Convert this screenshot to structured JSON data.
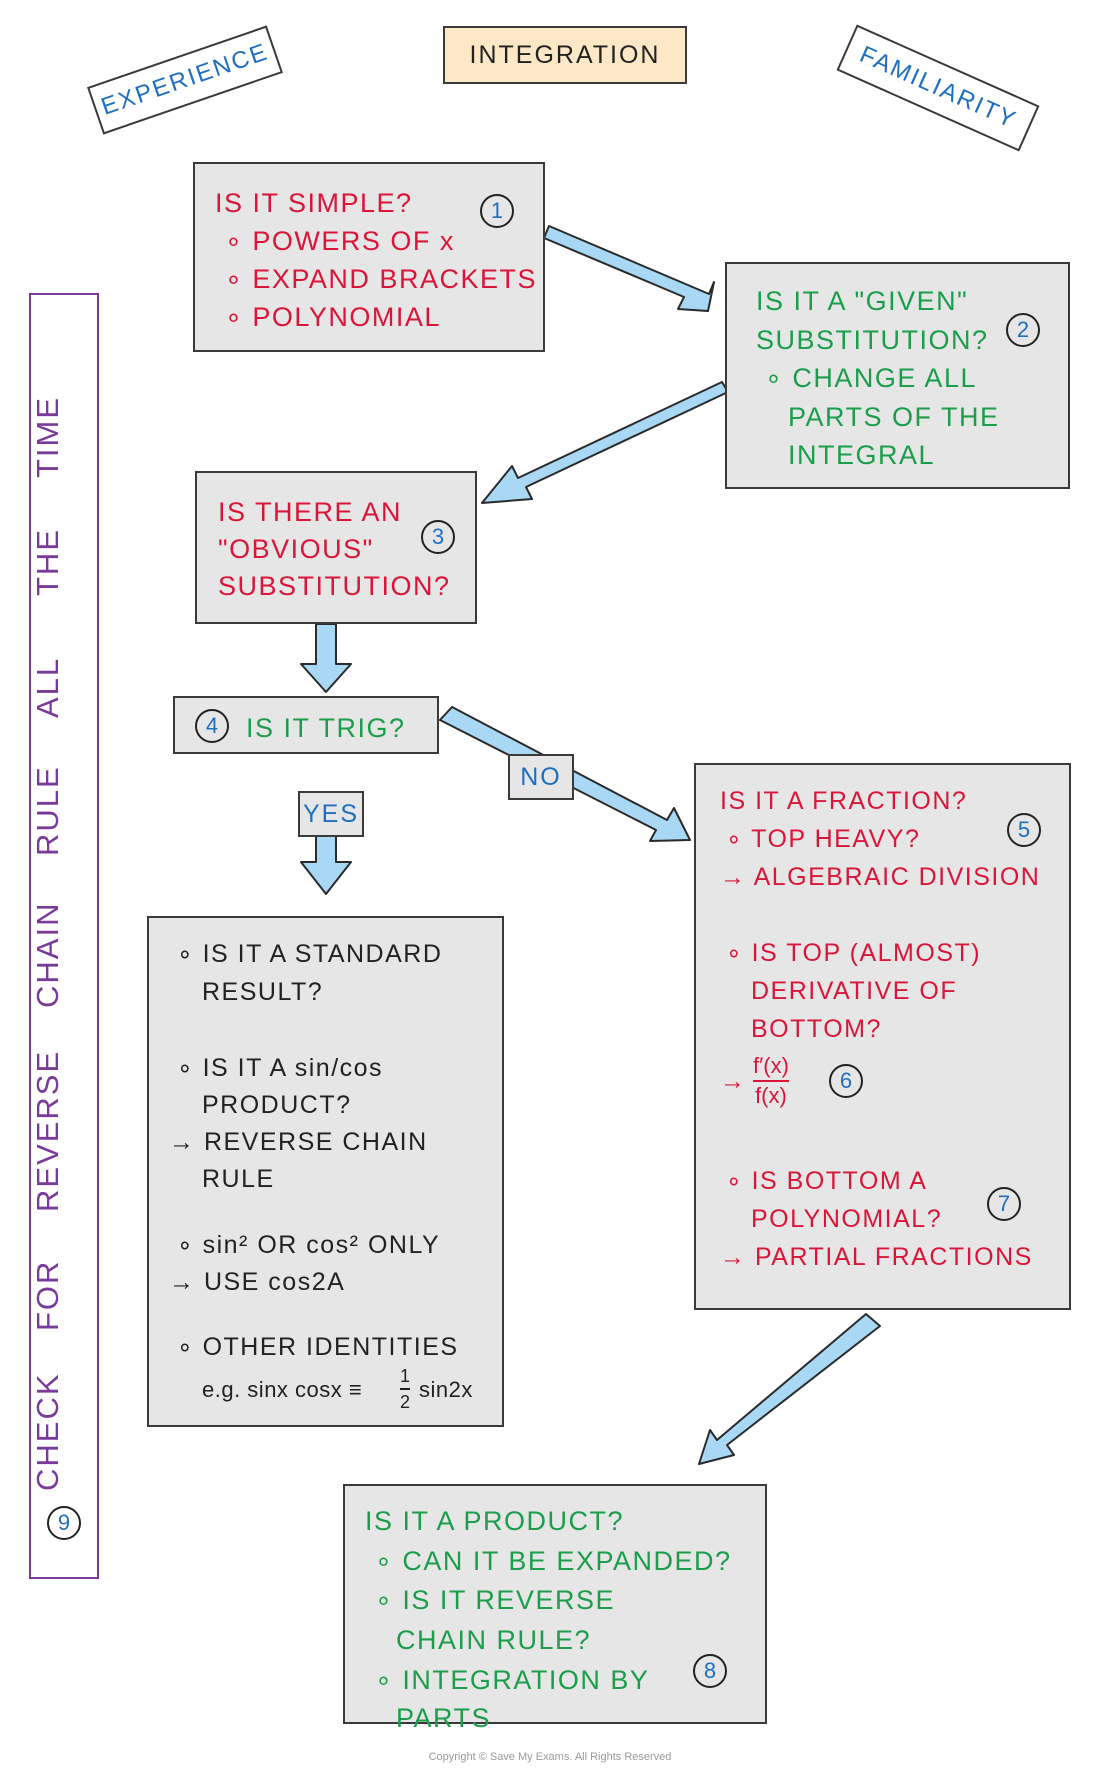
{
  "header": {
    "left_tag": "EXPERIENCE",
    "title": "INTEGRATION",
    "right_tag": "FAMILIARITY"
  },
  "box1": {
    "number": "1",
    "lines": [
      "IS IT SIMPLE?",
      "∘ POWERS OF x",
      "∘ EXPAND BRACKETS",
      "∘ POLYNOMIAL"
    ]
  },
  "box2": {
    "number": "2",
    "lines": [
      "IS IT A \"GIVEN\"",
      "SUBSTITUTION?",
      "∘ CHANGE ALL",
      "PARTS OF THE",
      "INTEGRAL"
    ]
  },
  "box3": {
    "number": "3",
    "lines": [
      "IS THERE AN",
      "\"OBVIOUS\"",
      "SUBSTITUTION?"
    ]
  },
  "box4": {
    "number": "4",
    "label": "IS IT TRIG?"
  },
  "branches": {
    "yes": "YES",
    "no": "NO"
  },
  "trig_box": {
    "lines": [
      "∘ IS IT A STANDARD",
      "RESULT?",
      "∘ IS IT A sin/cos",
      "PRODUCT?",
      "→ REVERSE CHAIN",
      "RULE",
      "∘ sin² OR cos² ONLY",
      "→ USE cos2A",
      "∘ OTHER IDENTITIES",
      "e.g. sinx cosx ≡",
      "1",
      "2",
      "sin2x"
    ]
  },
  "fraction_box": {
    "number5": "5",
    "number6": "6",
    "number7": "7",
    "lines": [
      "IS IT A FRACTION?",
      "∘ TOP HEAVY?",
      "→ ALGEBRAIC DIVISION",
      "∘ IS TOP (ALMOST)",
      "DERIVATIVE OF",
      "BOTTOM?",
      "→",
      "f′(x)",
      "f(x)",
      "∘ IS BOTTOM A",
      "POLYNOMIAL?",
      "→ PARTIAL FRACTIONS"
    ]
  },
  "box8": {
    "number": "8",
    "lines": [
      "IS IT A PRODUCT?",
      "∘ CAN IT BE EXPANDED?",
      "∘ IS IT REVERSE",
      "CHAIN RULE?",
      "∘ INTEGRATION BY",
      "PARTS"
    ]
  },
  "side_bar": {
    "number": "9",
    "words": [
      "CHECK",
      "FOR",
      "REVERSE",
      "CHAIN",
      "RULE",
      "ALL",
      "THE",
      "TIME"
    ]
  },
  "copyright": "Copyright © Save My Exams. All Rights Reserved",
  "colors": {
    "red_text": "#d9163a",
    "green_text": "#1a9e4a",
    "blue_numbers": "#1e6fc0",
    "purple_text": "#7a3a9a",
    "arrow_fill": "#a9d8f5",
    "box_fill": "#e6e6e6",
    "title_fill": "#fce7c6"
  }
}
